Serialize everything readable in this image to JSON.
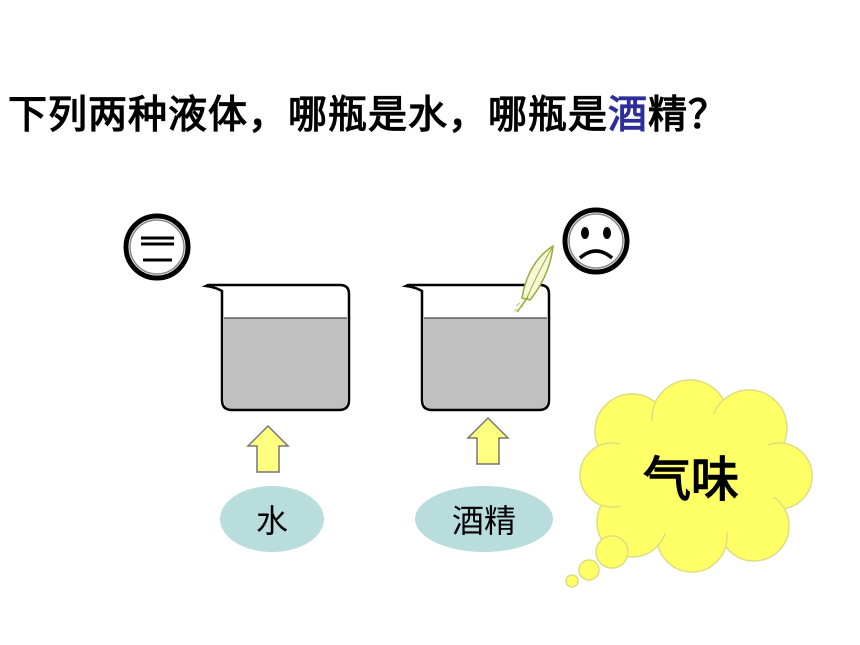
{
  "question": {
    "part1": "下列两种液体，哪瓶是水，哪瓶是",
    "highlight": "酒",
    "part2": "精？"
  },
  "beakers": [
    {
      "label": "水",
      "face": "neutral-face-icon"
    },
    {
      "label": "酒精",
      "face": "sad-face-icon"
    }
  ],
  "thought_bubble": {
    "text": "气味"
  },
  "colors": {
    "highlight": "#2e2e9a",
    "liquid": "#c0c0c0",
    "arrow_fill": "#ffff80",
    "label_ellipse": "#b9dcdc",
    "cloud": "#ffff66"
  }
}
